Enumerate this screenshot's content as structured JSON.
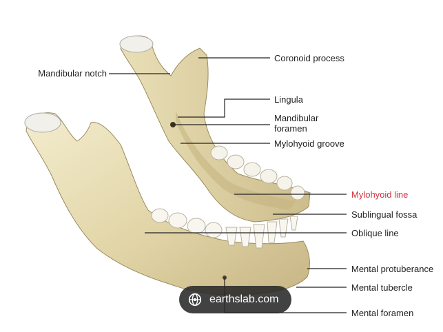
{
  "labels": {
    "mandibular_notch": "Mandibular notch",
    "coronoid_process": "Coronoid process",
    "lingula": "Lingula",
    "mandibular_foramen_line1": "Mandibular",
    "mandibular_foramen_line2": "foramen",
    "mylohyoid_groove": "Mylohyoid groove",
    "mylohyoid_line": "Mylohyoid line",
    "sublingual_fossa": "Sublingual fossa",
    "oblique_line": "Oblique line",
    "mental_protuberance": "Mental protuberance",
    "mental_tubercle": "Mental tubercle",
    "mental_foramen": "Mental foramen"
  },
  "watermark": {
    "text": "earthslab.com",
    "icon": "globe-icon"
  },
  "colors": {
    "bone_light": "#efe7c4",
    "bone_mid": "#ddd0a0",
    "bone_shadow": "#b8a676",
    "tooth": "#f7f5ee",
    "leader_line": "#222222",
    "highlight_label": "#d0343a"
  }
}
